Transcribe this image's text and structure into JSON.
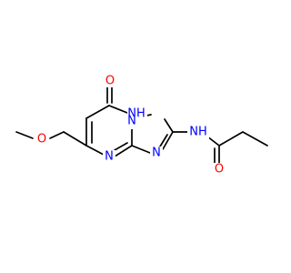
{
  "colors": {
    "bond": "#000000",
    "carbon_bond": "#000000",
    "oxygen": "#ff0000",
    "nitrogen": "#0000ff",
    "background": "#ffffff"
  },
  "atoms": {
    "o_carbonyl_ring": {
      "text": "O",
      "color": "oxygen"
    },
    "nh_ring": {
      "text": "NH",
      "color": "nitrogen"
    },
    "n_bridge": {
      "text": "N",
      "color": "nitrogen"
    },
    "nh_amide": {
      "text": "NH",
      "color": "nitrogen"
    },
    "n_pyrimidine": {
      "text": "N",
      "color": "nitrogen"
    },
    "n_triazole": {
      "text": "N",
      "color": "nitrogen"
    },
    "o_ether": {
      "text": "O",
      "color": "oxygen"
    },
    "o_amide": {
      "text": "O",
      "color": "oxygen"
    }
  }
}
